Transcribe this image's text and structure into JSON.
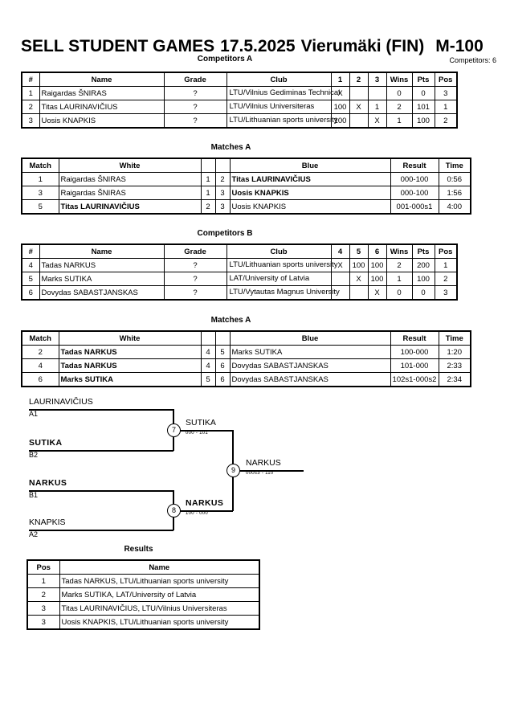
{
  "header": {
    "event": "SELL STUDENT GAMES",
    "date": "17.5.2025",
    "venue": "Vierumäki (FIN)",
    "category": "M-100",
    "competitors_count": "Competitors: 6"
  },
  "sections": {
    "competitors_a": "Competitors A",
    "matches_a": "Matches A",
    "competitors_b": "Competitors B",
    "matches_b": "Matches A",
    "results": "Results"
  },
  "pool_headers": {
    "num": "#",
    "name": "Name",
    "grade": "Grade",
    "club": "Club",
    "wins": "Wins",
    "pts": "Pts",
    "pos": "Pos"
  },
  "pool_a": {
    "score_cols": [
      "1",
      "2",
      "3"
    ],
    "rows": [
      {
        "num": "1",
        "name": "Raigardas ŠNIRAS",
        "grade": "?",
        "club": "LTU/Vilnius Gediminas Technical",
        "scores": [
          "X",
          "",
          ""
        ],
        "wins": "0",
        "pts": "0",
        "pos": "3"
      },
      {
        "num": "2",
        "name": "Titas LAURINAVIČIUS",
        "grade": "?",
        "club": "LTU/Vilnius Universiteras",
        "scores": [
          "100",
          "X",
          "1"
        ],
        "wins": "2",
        "pts": "101",
        "pos": "1"
      },
      {
        "num": "3",
        "name": "Uosis KNAPKIS",
        "grade": "?",
        "club": "LTU/Lithuanian sports university",
        "scores": [
          "100",
          "",
          "X"
        ],
        "wins": "1",
        "pts": "100",
        "pos": "2"
      }
    ]
  },
  "pool_b": {
    "score_cols": [
      "4",
      "5",
      "6"
    ],
    "rows": [
      {
        "num": "4",
        "name": "Tadas NARKUS",
        "grade": "?",
        "club": "LTU/Lithuanian sports university",
        "scores": [
          "X",
          "100",
          "100"
        ],
        "wins": "2",
        "pts": "200",
        "pos": "1"
      },
      {
        "num": "5",
        "name": "Marks SUTIKA",
        "grade": "?",
        "club": "LAT/University of Latvia",
        "scores": [
          "",
          "X",
          "100"
        ],
        "wins": "1",
        "pts": "100",
        "pos": "2"
      },
      {
        "num": "6",
        "name": "Dovydas SABASTJANSKAS",
        "grade": "?",
        "club": "LTU/Vytautas Magnus University",
        "scores": [
          "",
          "",
          "X"
        ],
        "wins": "0",
        "pts": "0",
        "pos": "3"
      }
    ]
  },
  "match_headers": {
    "match": "Match",
    "white": "White",
    "blue": "Blue",
    "result": "Result",
    "time": "Time"
  },
  "matches_a": [
    {
      "match": "1",
      "white": "Raigardas ŠNIRAS",
      "white_win": false,
      "white_num": "1",
      "blue_num": "2",
      "blue": "Titas LAURINAVIČIUS",
      "blue_win": true,
      "result": "000-100",
      "time": "0:56"
    },
    {
      "match": "3",
      "white": "Raigardas ŠNIRAS",
      "white_win": false,
      "white_num": "1",
      "blue_num": "3",
      "blue": "Uosis KNAPKIS",
      "blue_win": true,
      "result": "000-100",
      "time": "1:56"
    },
    {
      "match": "5",
      "white": "Titas LAURINAVIČIUS",
      "white_win": true,
      "white_num": "2",
      "blue_num": "3",
      "blue": "Uosis KNAPKIS",
      "blue_win": false,
      "result": "001-000s1",
      "time": "4:00"
    }
  ],
  "matches_b": [
    {
      "match": "2",
      "white": "Tadas NARKUS",
      "white_win": true,
      "white_num": "4",
      "blue_num": "5",
      "blue": "Marks SUTIKA",
      "blue_win": false,
      "result": "100-000",
      "time": "1:20"
    },
    {
      "match": "4",
      "white": "Tadas NARKUS",
      "white_win": true,
      "white_num": "4",
      "blue_num": "6",
      "blue": "Dovydas SABASTJANSKAS",
      "blue_win": false,
      "result": "101-000",
      "time": "2:33"
    },
    {
      "match": "6",
      "white": "Marks SUTIKA",
      "white_win": true,
      "white_num": "5",
      "blue_num": "6",
      "blue": "Dovydas SABASTJANSKAS",
      "blue_win": false,
      "result": "102s1-000s2",
      "time": "2:34"
    }
  ],
  "bracket": {
    "entries": [
      {
        "name": "LAURINAVIČIUS",
        "seed": "A1",
        "winner": false
      },
      {
        "name": "SUTIKA",
        "seed": "B2",
        "winner": true
      },
      {
        "name": "NARKUS",
        "seed": "B1",
        "winner": true
      },
      {
        "name": "KNAPKIS",
        "seed": "A2",
        "winner": false
      }
    ],
    "semifinal_top": {
      "match_no": "7",
      "winner": "SUTIKA",
      "score": "000 - 101"
    },
    "semifinal_bottom": {
      "match_no": "8",
      "winner": "NARKUS",
      "score": "100 - 000"
    },
    "final": {
      "match_no": "9",
      "winner": "NARKUS",
      "score": "000s3 - 110"
    }
  },
  "results": {
    "headers": {
      "pos": "Pos",
      "name": "Name"
    },
    "rows": [
      {
        "pos": "1",
        "name": "Tadas NARKUS, LTU/Lithuanian sports university"
      },
      {
        "pos": "2",
        "name": "Marks SUTIKA, LAT/University of Latvia"
      },
      {
        "pos": "3",
        "name": "Titas LAURINAVIČIUS, LTU/Vilnius Universiteras"
      },
      {
        "pos": "3",
        "name": "Uosis KNAPKIS, LTU/Lithuanian sports university"
      }
    ]
  }
}
